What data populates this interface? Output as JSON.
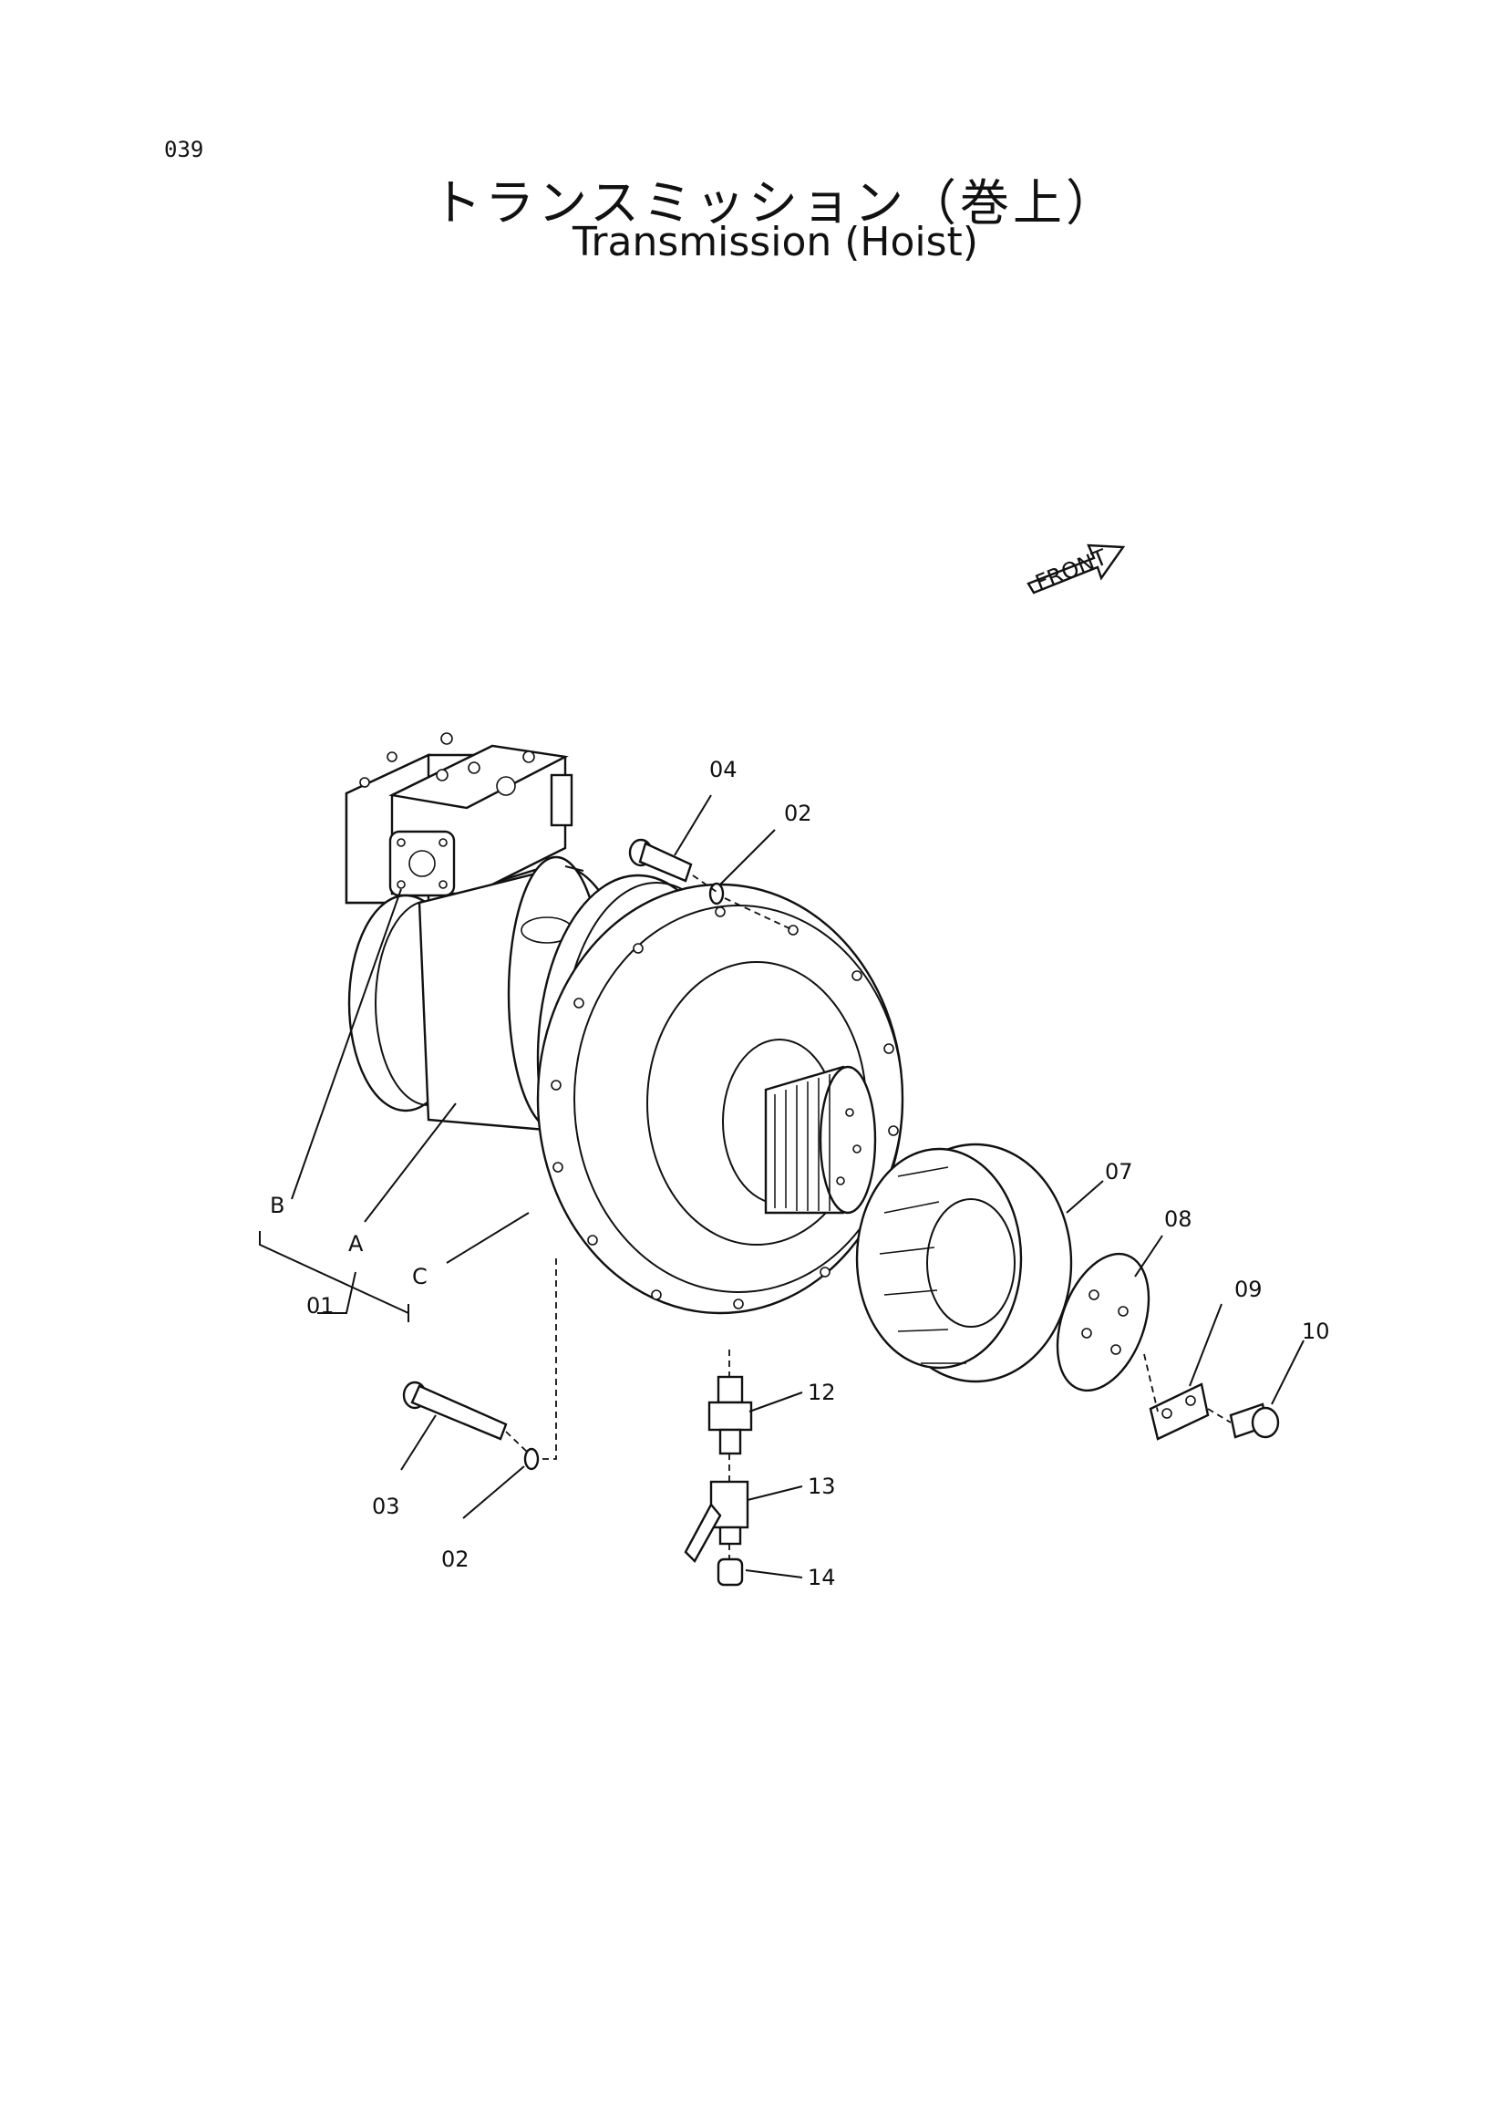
{
  "page_number": "039",
  "title_jp": "トランスミッション（巻上）",
  "title_en": "Transmission (Hoist)",
  "front_label": "FRONT",
  "callouts": {
    "p01": "01",
    "pA": "A",
    "pB": "B",
    "pC": "C",
    "p02a": "02",
    "p02b": "02",
    "p03": "03",
    "p04": "04",
    "p07": "07",
    "p08": "08",
    "p09": "09",
    "p10": "10",
    "p12": "12",
    "p13": "13",
    "p14": "14"
  }
}
